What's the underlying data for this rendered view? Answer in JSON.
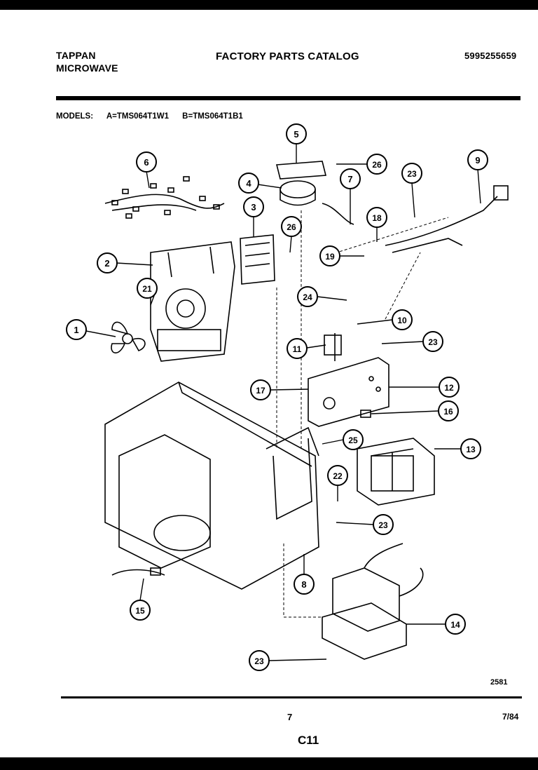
{
  "header": {
    "brand": "TAPPAN",
    "product": "MICROWAVE",
    "title": "FACTORY PARTS CATALOG",
    "part_number": "5995255659"
  },
  "models": {
    "label": "MODELS:",
    "a": "A=TMS064T1W1",
    "b": "B=TMS064T1B1"
  },
  "callouts": [
    "1",
    "2",
    "3",
    "4",
    "5",
    "6",
    "7",
    "8",
    "9",
    "10",
    "11",
    "12",
    "13",
    "14",
    "15",
    "16",
    "17",
    "18",
    "19",
    "21",
    "22",
    "23",
    "23",
    "23",
    "23",
    "24",
    "25",
    "26",
    "26"
  ],
  "footer": {
    "page": "7",
    "date": "7/84",
    "section": "C11",
    "figure_number": "2581"
  }
}
